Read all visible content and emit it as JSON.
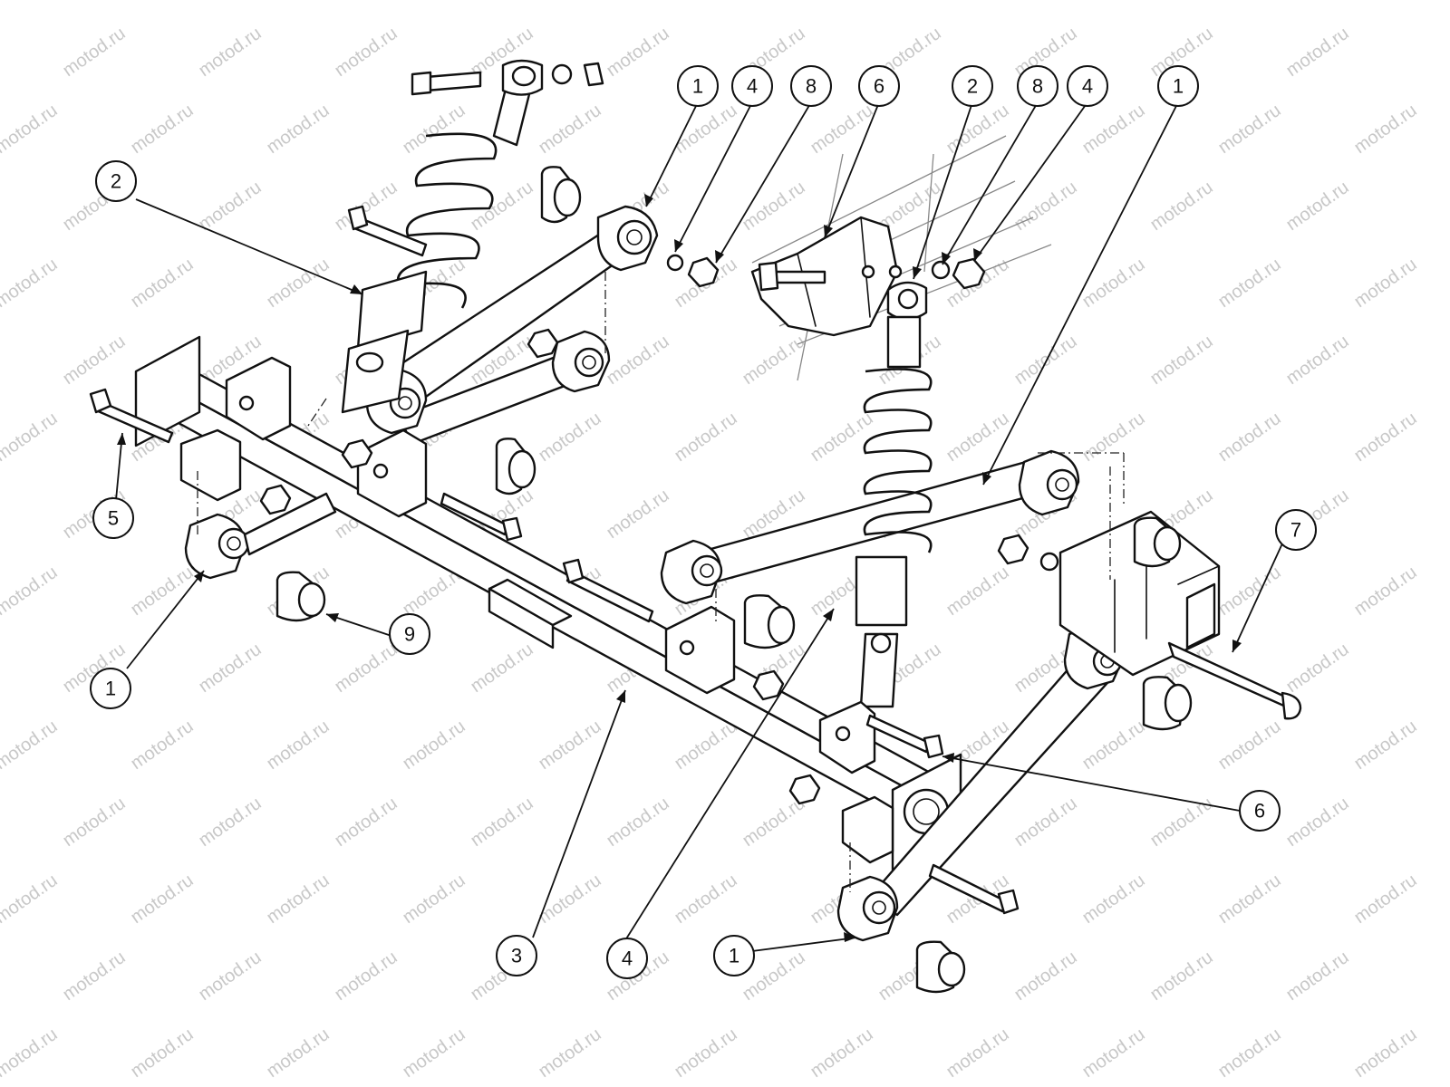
{
  "watermark": {
    "text": "motod.ru",
    "color": "#c8c8c8"
  },
  "callouts": [
    {
      "label": "1"
    },
    {
      "label": "4"
    },
    {
      "label": "8"
    },
    {
      "label": "6"
    },
    {
      "label": "2"
    },
    {
      "label": "8"
    },
    {
      "label": "4"
    },
    {
      "label": "1"
    },
    {
      "label": "2"
    },
    {
      "label": "5"
    },
    {
      "label": "1"
    },
    {
      "label": "9"
    },
    {
      "label": "7"
    },
    {
      "label": "6"
    },
    {
      "label": "3"
    },
    {
      "label": "4"
    },
    {
      "label": "1"
    }
  ],
  "colors": {
    "line": "#111111",
    "background": "#ffffff"
  }
}
